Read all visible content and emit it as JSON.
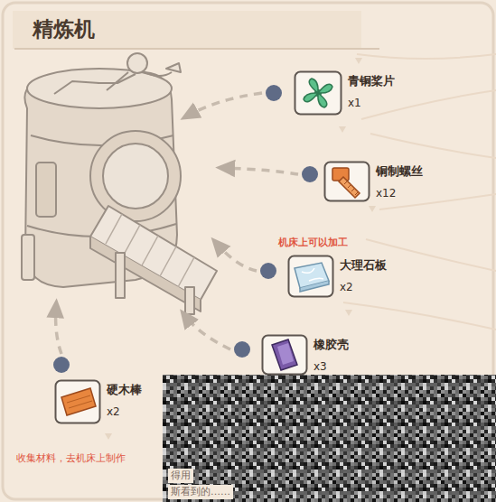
{
  "diagram": {
    "title": "精炼机",
    "nodes": [
      {
        "text": [
          "青铜桨片",
          "x1"
        ]
      },
      {
        "text": [
          "铜制螺丝",
          "x12"
        ]
      },
      {
        "text": [
          "大理石板",
          "x2"
        ]
      },
      {
        "text": [
          "橡胶壳",
          "x3"
        ]
      },
      {
        "text": [
          "硬木棒",
          "x2"
        ]
      }
    ],
    "labels": [
      "机床上可以加工",
      "收集材料，去机床上制作",
      "得用",
      "斯看到的……"
    ]
  }
}
